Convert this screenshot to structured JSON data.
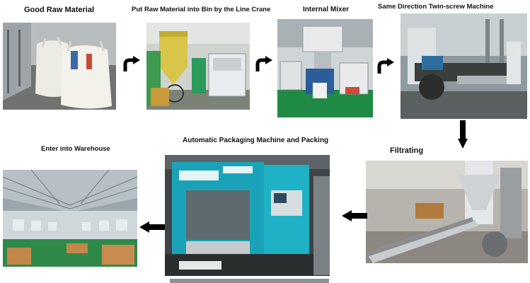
{
  "steps": [
    {
      "id": "step1",
      "label": "Good Raw Material",
      "photo": "raw-material-bags-photo"
    },
    {
      "id": "step2",
      "label": "Put Raw Material into Bin by the Line Crane",
      "photo": "bin-line-crane-photo"
    },
    {
      "id": "step3",
      "label": "Internal Mixer",
      "photo": "internal-mixer-photo"
    },
    {
      "id": "step4",
      "label": "Same Direction Twin-screw Machine",
      "photo": "twin-screw-machine-photo"
    },
    {
      "id": "step5",
      "label": "Filtrating",
      "photo": "filtrating-photo"
    },
    {
      "id": "step6",
      "label": "Automatic Packaging Machine and Packing",
      "photo": "packaging-machine-photo"
    },
    {
      "id": "step7",
      "label": "Enter into Warehouse",
      "photo": "warehouse-photo"
    }
  ],
  "arrows": [
    {
      "name": "arrow-step1-to-step2",
      "icon": "curved-arrow-icon"
    },
    {
      "name": "arrow-step2-to-step3",
      "icon": "curved-arrow-icon"
    },
    {
      "name": "arrow-step3-to-step4",
      "icon": "curved-arrow-icon"
    },
    {
      "name": "arrow-step4-to-step5",
      "icon": "down-arrow-icon"
    },
    {
      "name": "arrow-step5-to-step6",
      "icon": "left-arrow-icon"
    },
    {
      "name": "arrow-step6-to-step7",
      "icon": "left-arrow-icon"
    }
  ],
  "colors": {
    "arrow": "#000000",
    "label": "#111111",
    "machine_teal": "#1aa3b8",
    "floor_green": "#2f8a4a"
  }
}
